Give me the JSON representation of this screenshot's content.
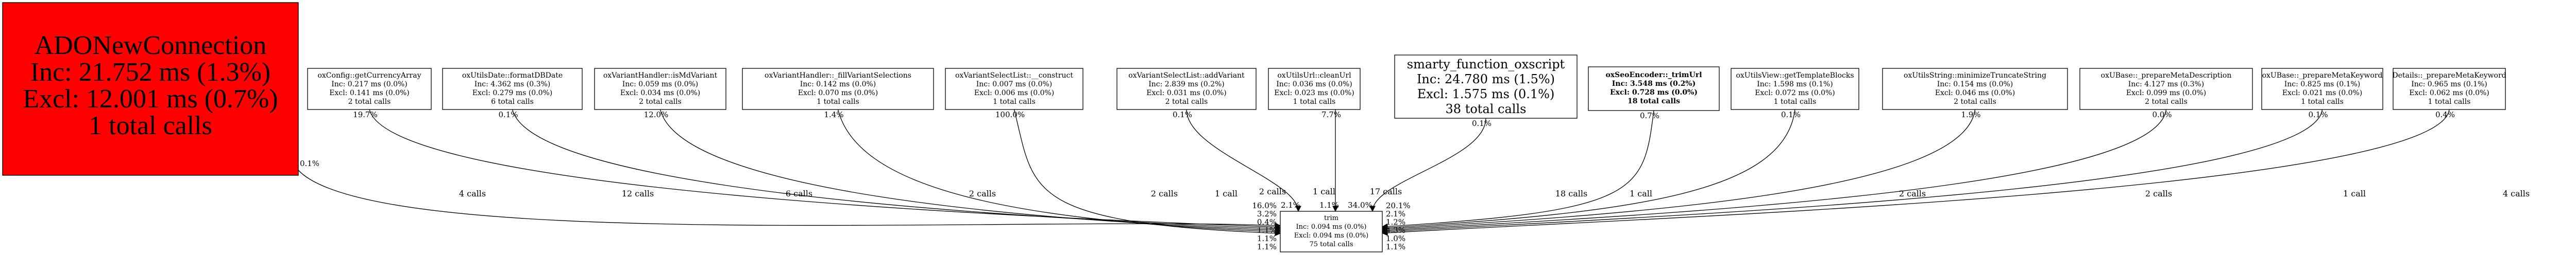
{
  "colors": {
    "hot_node": "#ff0000",
    "node_fill": "#ffffff",
    "stroke": "#000000"
  },
  "nodes": [
    {
      "name": "ADONewConnection",
      "inc": "Inc: 21.752 ms (1.3%)",
      "excl": "Excl: 12.001 ms (0.7%)",
      "calls": "1 total calls"
    },
    {
      "name": "oxConfig::getCurrencyArray",
      "inc": "Inc: 0.217 ms (0.0%)",
      "excl": "Excl: 0.141 ms (0.0%)",
      "calls": "2 total calls"
    },
    {
      "name": "oxUtilsDate::formatDBDate",
      "inc": "Inc: 4.362 ms (0.3%)",
      "excl": "Excl: 0.279 ms (0.0%)",
      "calls": "6 total calls"
    },
    {
      "name": "oxVariantHandler::isMdVariant",
      "inc": "Inc: 0.059 ms (0.0%)",
      "excl": "Excl: 0.034 ms (0.0%)",
      "calls": "2 total calls"
    },
    {
      "name": "oxVariantHandler::_fillVariantSelections",
      "inc": "Inc: 0.142 ms (0.0%)",
      "excl": "Excl: 0.070 ms (0.0%)",
      "calls": "1 total calls"
    },
    {
      "name": "oxVariantSelectList::__construct",
      "inc": "Inc: 0.007 ms (0.0%)",
      "excl": "Excl: 0.006 ms (0.0%)",
      "calls": "1 total calls"
    },
    {
      "name": "oxVariantSelectList::addVariant",
      "inc": "Inc: 2.839 ms (0.2%)",
      "excl": "Excl: 0.031 ms (0.0%)",
      "calls": "2 total calls"
    },
    {
      "name": "oxUtilsUrl::cleanUrl",
      "inc": "Inc: 0.036 ms (0.0%)",
      "excl": "Excl: 0.023 ms (0.0%)",
      "calls": "1 total calls"
    },
    {
      "name": "smarty_function_oxscript",
      "inc": "Inc: 24.780 ms (1.5%)",
      "excl": "Excl: 1.575 ms (0.1%)",
      "calls": "38 total calls"
    },
    {
      "name": "oxSeoEncoder::_trimUrl",
      "inc": "Inc: 3.548 ms (0.2%)",
      "excl": "Excl: 0.728 ms (0.0%)",
      "calls": "18 total calls"
    },
    {
      "name": "oxUtilsView::getTemplateBlocks",
      "inc": "Inc: 1.598 ms (0.1%)",
      "excl": "Excl: 0.072 ms (0.0%)",
      "calls": "1 total calls"
    },
    {
      "name": "oxUtilsString::minimizeTruncateString",
      "inc": "Inc: 0.154 ms (0.0%)",
      "excl": "Excl: 0.046 ms (0.0%)",
      "calls": "2 total calls"
    },
    {
      "name": "oxUBase::_prepareMetaDescription",
      "inc": "Inc: 4.127 ms (0.3%)",
      "excl": "Excl: 0.099 ms (0.0%)",
      "calls": "2 total calls"
    },
    {
      "name": "oxUBase::_prepareMetaKeyword",
      "inc": "Inc: 0.825 ms (0.1%)",
      "excl": "Excl: 0.021 ms (0.0%)",
      "calls": "1 total calls"
    },
    {
      "name": "Details::_prepareMetaKeyword",
      "inc": "Inc: 0.965 ms (0.1%)",
      "excl": "Excl: 0.062 ms (0.0%)",
      "calls": "1 total calls"
    }
  ],
  "target": {
    "name": "trim",
    "inc": "Inc: 0.094 ms (0.0%)",
    "excl": "Excl: 0.094 ms (0.0%)",
    "calls": "75 total calls"
  },
  "edges": [
    {
      "from": 0,
      "calls": "4 calls",
      "tail_pct": "0.1%",
      "head_pct": "16.0%"
    },
    {
      "from": 1,
      "calls": "12 calls",
      "tail_pct": "19.7%",
      "head_pct": "3.2%"
    },
    {
      "from": 2,
      "calls": "6 calls",
      "tail_pct": "0.1%",
      "head_pct": "0.4%"
    },
    {
      "from": 3,
      "calls": "2 calls",
      "tail_pct": "12.0%",
      "head_pct": "1.1%"
    },
    {
      "from": 4,
      "calls": "2 calls",
      "tail_pct": "1.4%",
      "head_pct": "1.1%"
    },
    {
      "from": 5,
      "calls": "1 call",
      "tail_pct": "100.0%",
      "head_pct": "1.1%"
    },
    {
      "from": 6,
      "calls": "2 calls",
      "tail_pct": "0.1%",
      "head_pct": "2.1%"
    },
    {
      "from": 7,
      "calls": "1 call",
      "tail_pct": "7.7%",
      "head_pct": "1.1%"
    },
    {
      "from": 8,
      "calls": "17 calls",
      "tail_pct": "0.1%",
      "head_pct": "34.0%"
    },
    {
      "from": 9,
      "calls": "18 calls",
      "tail_pct": "0.7%",
      "head_pct": "20.1%"
    },
    {
      "from": 10,
      "calls": "1 call",
      "tail_pct": "0.1%",
      "head_pct": "2.1%"
    },
    {
      "from": 11,
      "calls": "2 calls",
      "tail_pct": "1.9%",
      "head_pct": "1.2%"
    },
    {
      "from": 12,
      "calls": "2 calls",
      "tail_pct": "0.0%",
      "head_pct": "4.3%"
    },
    {
      "from": 13,
      "calls": "1 call",
      "tail_pct": "0.1%",
      "head_pct": "1.0%"
    },
    {
      "from": 14,
      "calls": "4 calls",
      "tail_pct": "0.4%",
      "head_pct": "1.1%"
    }
  ]
}
